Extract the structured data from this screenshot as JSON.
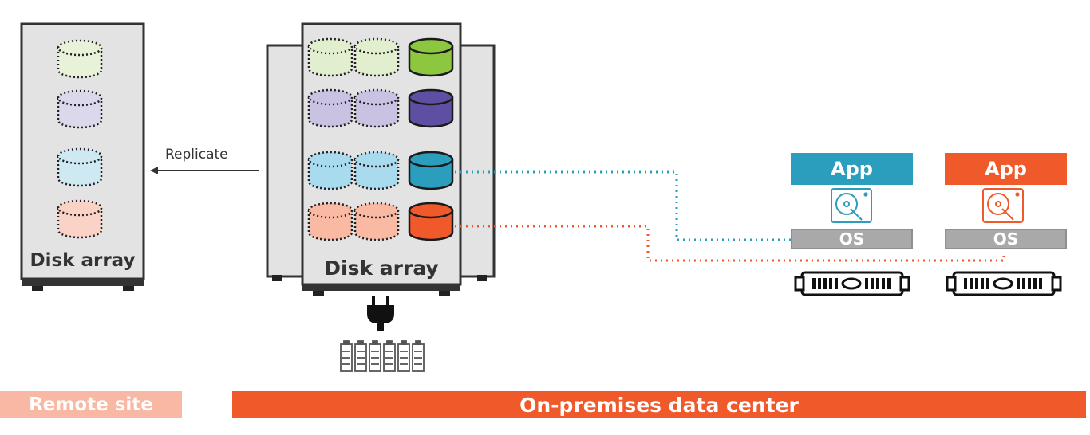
{
  "remote": {
    "label": "Disk array"
  },
  "primary": {
    "label": "Disk array"
  },
  "replicate": {
    "label": "Replicate"
  },
  "apps": [
    {
      "app_label": "App",
      "os_label": "OS",
      "color": "#2b9dbd"
    },
    {
      "app_label": "App",
      "os_label": "OS",
      "color": "#f05a2a"
    }
  ],
  "sites": {
    "remote_label": "Remote site",
    "remote_color": "#f8b8a4",
    "onprem_label": "On-premises data center",
    "onprem_color": "#f05a2a"
  },
  "colors": {
    "green": "#8dc63f",
    "purple": "#5e4fa2",
    "blue": "#2b9dbd",
    "orange": "#f05a2a",
    "green_light": "#e8f2d8",
    "purple_light": "#dcd8ec",
    "blue_light": "#cfe9f3",
    "orange_light": "#fbd3c6"
  },
  "icons": [
    "hard-disk-icon",
    "power-plug-icon",
    "battery-icon",
    "server-rack-icon",
    "arrow-left-icon"
  ]
}
